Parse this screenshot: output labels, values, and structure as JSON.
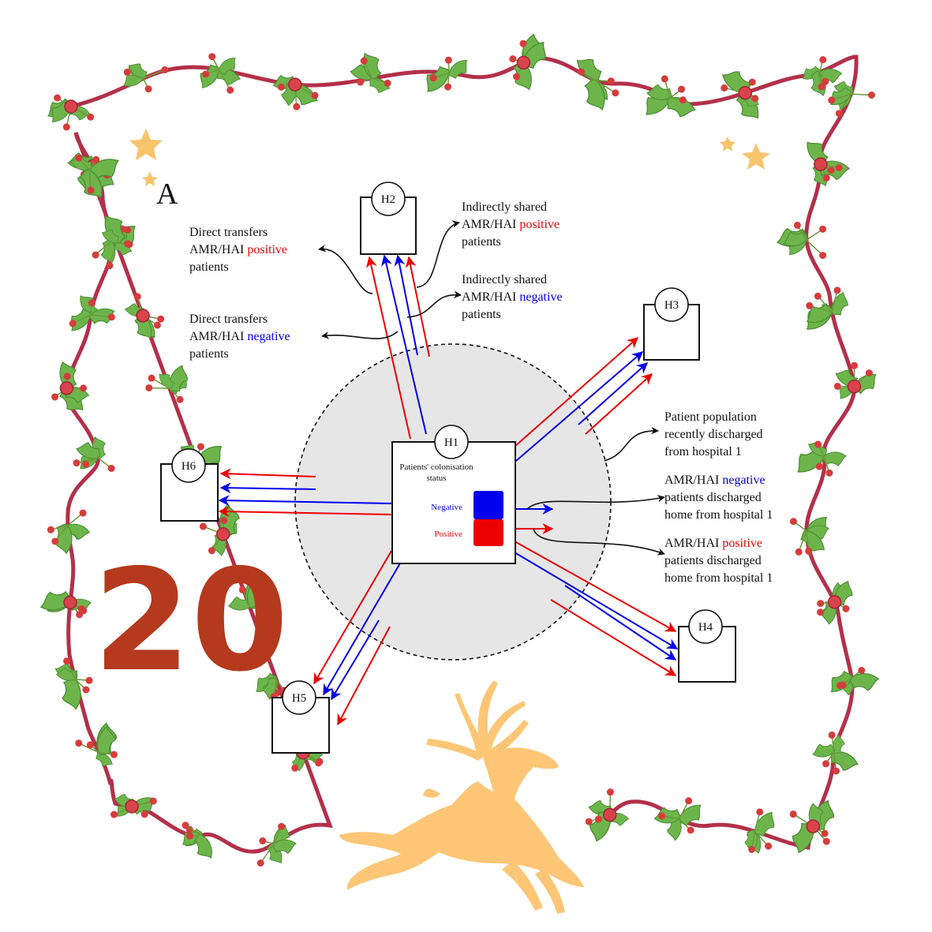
{
  "panel_label": "A",
  "day_number": "20",
  "colors": {
    "negative": "#0000ee",
    "positive": "#ee0000",
    "number": "#b5391c",
    "garland": "#b3304a",
    "holly": "#6db54b",
    "berry": "#d63c3c",
    "star": "#f7c46c",
    "reindeer": "#fdc676",
    "catchment": "#e6e6e6"
  },
  "hospitals": {
    "h1": "H1",
    "h2": "H2",
    "h3": "H3",
    "h4": "H4",
    "h5": "H5",
    "h6": "H6"
  },
  "center_box": {
    "title_line1": "Patients' colonisation",
    "title_line2": "status",
    "negative_label": "Negative",
    "positive_label": "Positive"
  },
  "annotations": {
    "direct_positive": {
      "line1": "Direct transfers",
      "line2_prefix": "AMR/HAI ",
      "line2_highlight": "positive",
      "line3": "patients"
    },
    "direct_negative": {
      "line1": "Direct transfers",
      "line2_prefix": "AMR/HAI ",
      "line2_highlight": "negative",
      "line3": "patients"
    },
    "indirect_positive": {
      "line1": "Indirectly shared",
      "line2_prefix": "AMR/HAI ",
      "line2_highlight": "positive",
      "line3": "patients"
    },
    "indirect_negative": {
      "line1": "Indirectly shared",
      "line2_prefix": "AMR/HAI ",
      "line2_highlight": "negative",
      "line3": "patients"
    },
    "population": {
      "line1": "Patient population",
      "line2": "recently discharged",
      "line3": "from hospital 1"
    },
    "home_negative": {
      "line1_prefix": "AMR/HAI ",
      "line1_highlight": "negative",
      "line2": "patients discharged",
      "line3": "home from hospital 1"
    },
    "home_positive": {
      "line1_prefix": "AMR/HAI ",
      "line1_highlight": "positive",
      "line2": "patients discharged",
      "line3": "home from hospital 1"
    }
  },
  "icons": {
    "decoration": [
      "holly-garland-icon",
      "star-icon",
      "reindeer-icon"
    ]
  }
}
